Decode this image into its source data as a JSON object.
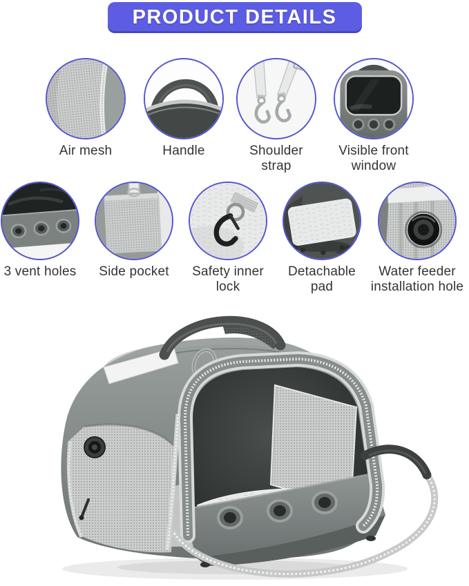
{
  "header": {
    "title": "PRODUCT DETAILS"
  },
  "colors": {
    "banner_bg": "#5D5DE4",
    "banner_text": "#FFFFFF",
    "circle_border": "#5454CF",
    "label_text": "#333333",
    "carrier_gray": "#757B79"
  },
  "features_row1": [
    {
      "label": "Air mesh",
      "photo": "close-up of grey breathable mesh fabric with zipper edge"
    },
    {
      "label": "Handle",
      "photo": "top carry handle on grey carrier"
    },
    {
      "label": "Shoulder strap",
      "photo": "adjustable strap with two metal snap hooks"
    },
    {
      "label": "Visible front window",
      "photo": "front view of carrier with transparent window and vent holes"
    }
  ],
  "features_row2": [
    {
      "label": "3 vent holes",
      "photo": "three round vent grommets on front panel"
    },
    {
      "label": "Side pocket",
      "photo": "mesh storage pocket on carrier side"
    },
    {
      "label": "Safety inner lock",
      "photo": "black clasp hook on inner ring over plush pad"
    },
    {
      "label": "Detachable pad",
      "photo": "removable white plush pad"
    },
    {
      "label": "Water feeder installation hole",
      "photo": "round grommet hole in mesh panel for water feeder"
    }
  ],
  "product_photo": {
    "alt": "Grey soft-sided pet carrier shown open: top handle, side mesh panel with reflective strip and D-ring, front door folded down revealing plush pad, inner mesh divider and three vent holes on the flap"
  }
}
